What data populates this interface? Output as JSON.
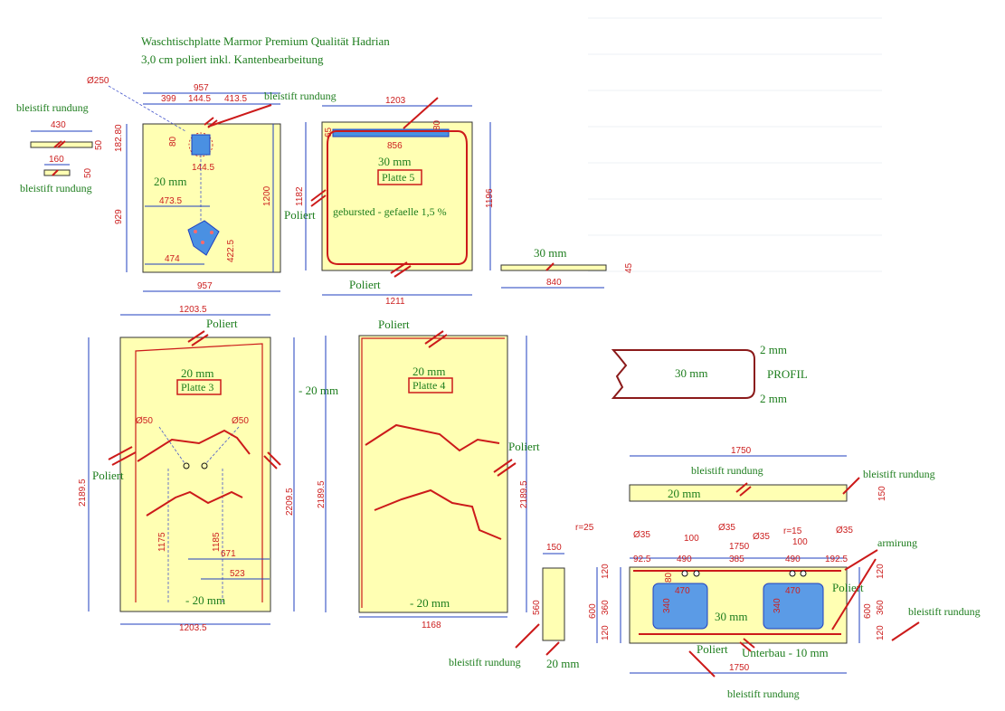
{
  "title": {
    "line1": "Waschtischplatte Marmor Premium Qualität Hadrian",
    "line2": "3,0 cm poliert inkl. Kantenbearbeitung"
  },
  "labels": {
    "bleistift": "bleistift rundung",
    "poliert": "Poliert",
    "mm20": "20 mm",
    "mm30": "30 mm",
    "minus20": "- 20 mm",
    "platte3": "Platte 3",
    "platte4": "Platte 4",
    "platte5": "Platte 5",
    "geburstet": "gebursted - gefaelle 1,5 %",
    "profil": "PROFIL",
    "mm2": "2 mm",
    "armirung": "armirung",
    "unterbau": "Unterbau - 10 mm"
  },
  "dims": {
    "d250": "Ø250",
    "d957": "957",
    "d399": "399",
    "d1445": "144.5",
    "d4135": "413.5",
    "d430": "430",
    "d50": "50",
    "d160": "160",
    "d18280": "182.80",
    "d80": "80",
    "d1445v": "144.5",
    "d4735": "473.5",
    "d929": "929",
    "d4225": "422.5",
    "d474": "474",
    "d1200": "1200",
    "d1182": "1182",
    "d1203": "1203",
    "d856": "856",
    "d65": "65",
    "d1196": "1196",
    "d1211": "1211",
    "d840": "840",
    "d45": "45",
    "d12035": "1203.5",
    "d21895": "2189.5",
    "d22095": "2209.5",
    "dphi50": "Ø50",
    "d1175": "1175",
    "d1185": "1185",
    "d671": "671",
    "d523": "523",
    "d1168": "1168",
    "d150": "150",
    "d560": "560",
    "d1750": "1750",
    "r25": "r=25",
    "dphi35": "Ø35",
    "d925": "92.5",
    "d100": "100",
    "d490": "490",
    "d385": "385",
    "r15": "r=15",
    "d1925": "192.5",
    "d120": "120",
    "d600": "600",
    "d360": "360",
    "d470": "470",
    "d340": "340"
  }
}
